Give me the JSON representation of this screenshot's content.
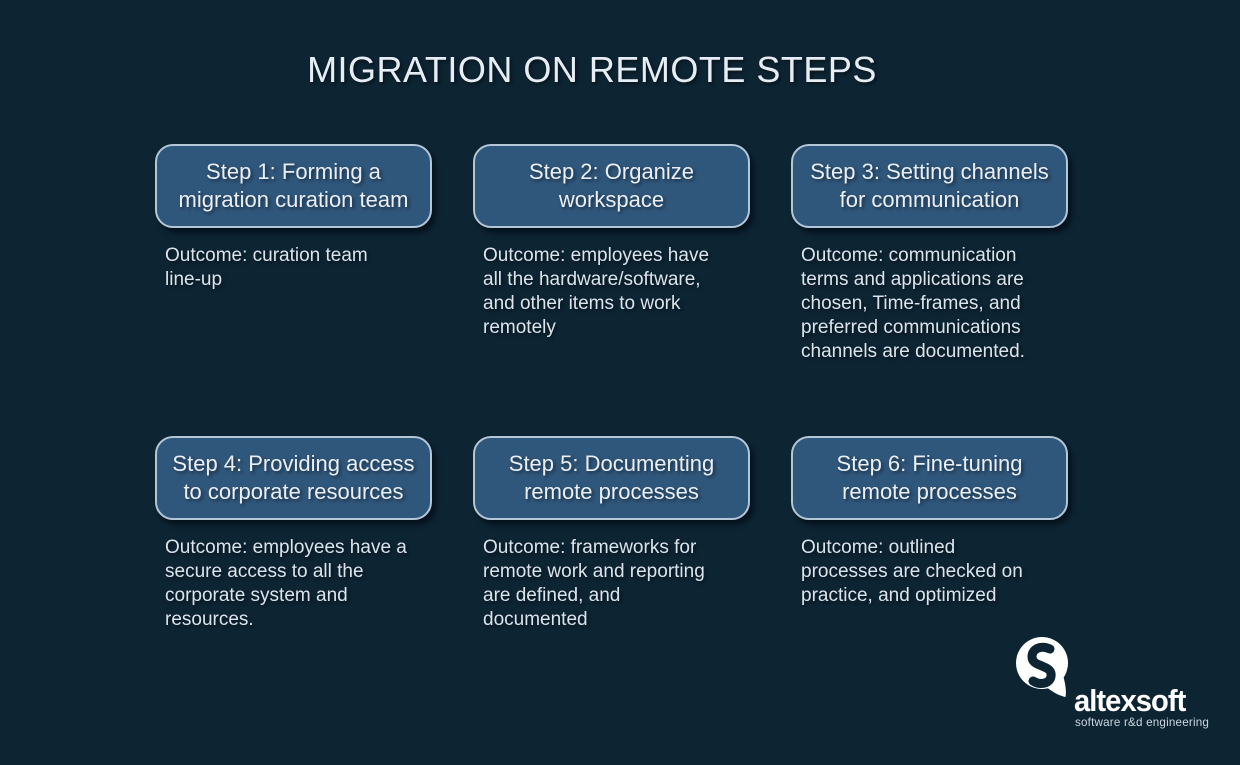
{
  "page": {
    "title": "MIGRATION ON REMOTE STEPS",
    "colors": {
      "background": "#0d2433",
      "box_fill": "#2f567b",
      "box_border": "#b4c7d7",
      "title_text": "#e6edf4",
      "body_text": "#dbe4ed"
    }
  },
  "steps": [
    {
      "title": "Step 1: Forming a\nmigration curation team",
      "outcome": "Outcome: curation team\nline-up"
    },
    {
      "title": "Step 2: Organize\nworkspace",
      "outcome": "Outcome: employees have\nall the hardware/software,\nand other items to work\nremotely"
    },
    {
      "title": "Step 3: Setting channels\nfor communication",
      "outcome": "Outcome: communication\nterms and applications are\nchosen, Time-frames, and\npreferred communications\nchannels are documented."
    },
    {
      "title": "Step 4: Providing access\nto corporate resources",
      "outcome": "Outcome: employees have a\nsecure access to all the\ncorporate system and\nresources."
    },
    {
      "title": "Step 5: Documenting\nremote processes",
      "outcome": "Outcome: frameworks for\nremote work and reporting\nare defined, and\ndocumented"
    },
    {
      "title": "Step 6: Fine-tuning\nremote processes",
      "outcome": "Outcome: outlined\nprocesses are checked on\npractice, and optimized"
    }
  ],
  "logo": {
    "wordmark": "altexsoft",
    "tagline": "software r&d engineering"
  }
}
